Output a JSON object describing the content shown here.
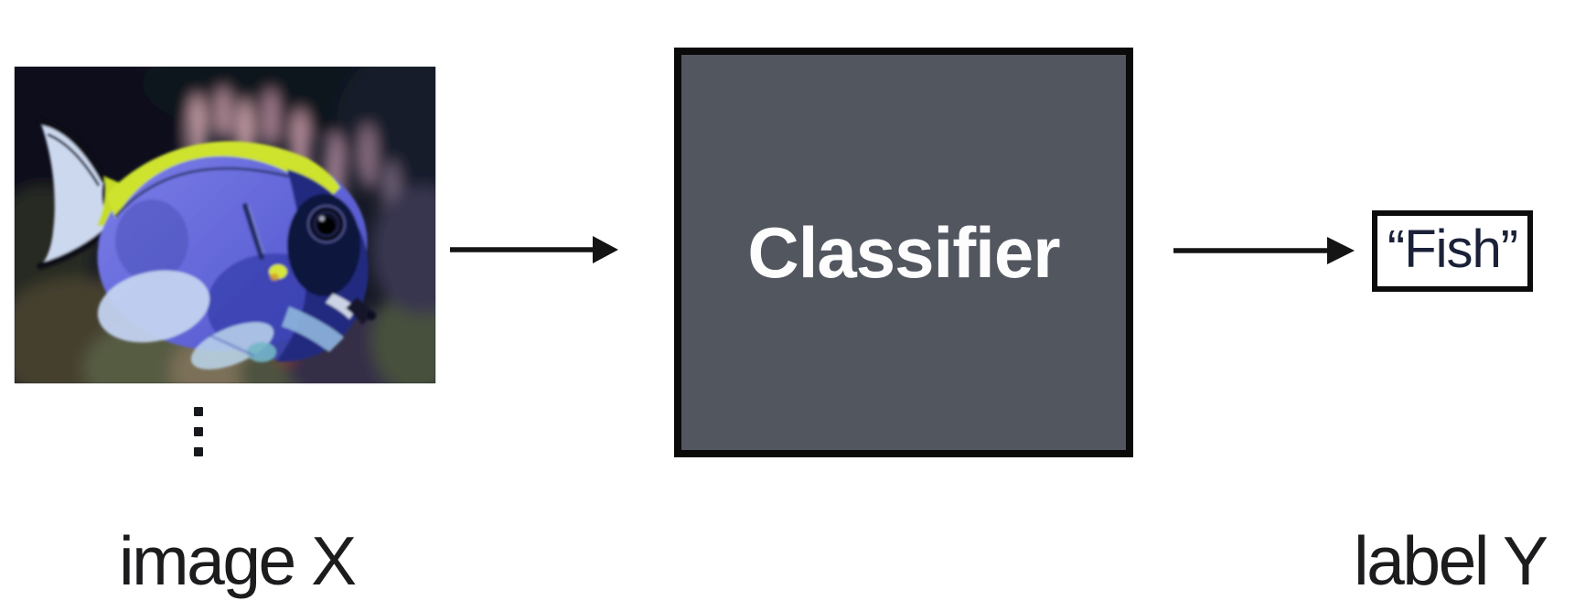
{
  "pipeline": {
    "input": {
      "photo_alt": "Powder blue tang fish swimming over a blurry coral reef",
      "more_indicator": "⋮",
      "caption": "image X"
    },
    "classifier_box": {
      "label": "Classifier"
    },
    "output": {
      "prediction": "“Fish”",
      "caption": "label Y"
    },
    "colors": {
      "classifier_fill": "#52565F",
      "classifier_text": "#FDFDFD",
      "box_border": "#0A0A0A",
      "arrow": "#141414",
      "caption_text": "#1C1C1E",
      "prediction_text": "#1B2138",
      "photo_background": "#171A26",
      "fish_body_blue": "#6467DA",
      "fish_head_navy": "#232B80",
      "fish_fin_yellow": "#CDE32E",
      "fish_tail_white": "#CDD9EE"
    }
  }
}
